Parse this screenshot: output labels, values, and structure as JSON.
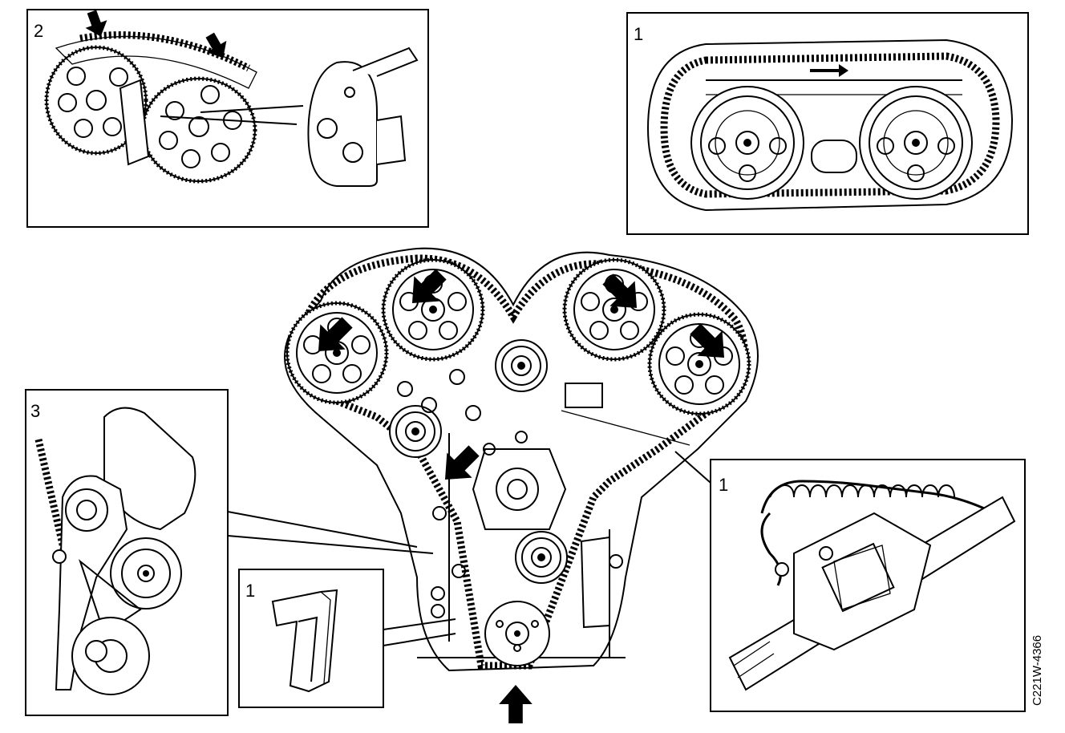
{
  "panels": {
    "top_left_label": "2",
    "top_right_label": "1",
    "mid_left_label": "3",
    "inset_small_label": "1",
    "bottom_right_label": "1"
  },
  "figure_code": "C221W-4366"
}
